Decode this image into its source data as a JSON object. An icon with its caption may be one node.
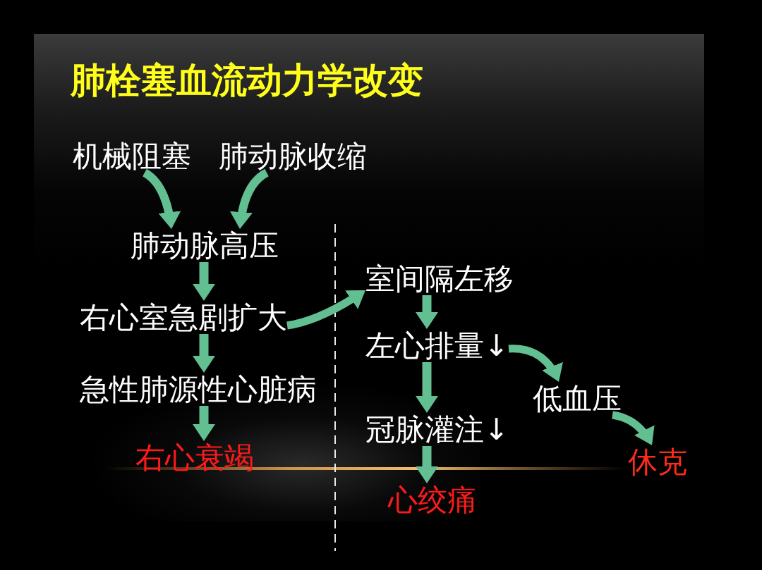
{
  "diagram": {
    "title": "肺栓塞血流动力学改变",
    "nodes": [
      {
        "text": [
          "机械阻塞"
        ]
      },
      {
        "text": [
          "肺动脉收缩"
        ]
      },
      {
        "text": [
          "肺动脉高压"
        ]
      },
      {
        "text": [
          "右心室急剧扩大"
        ]
      },
      {
        "text": [
          "急性肺源性心脏病"
        ]
      },
      {
        "text": [
          "右心衰竭"
        ]
      },
      {
        "text": [
          "室间隔左移"
        ]
      },
      {
        "text": [
          "左心排量↓"
        ]
      },
      {
        "text": [
          "冠脉灌注↓"
        ]
      },
      {
        "text": [
          "心绞痛"
        ]
      },
      {
        "text": [
          "低血压"
        ]
      },
      {
        "text": [
          "休克"
        ]
      }
    ],
    "edges": [
      {
        "from": 0,
        "to": 2,
        "arrow": "to"
      },
      {
        "from": 1,
        "to": 2,
        "arrow": "to"
      },
      {
        "from": 2,
        "to": 3,
        "arrow": "to"
      },
      {
        "from": 3,
        "to": 4,
        "arrow": "to"
      },
      {
        "from": 4,
        "to": 5,
        "arrow": "to"
      },
      {
        "from": 3,
        "to": 6,
        "arrow": "to"
      },
      {
        "from": 6,
        "to": 7,
        "arrow": "to"
      },
      {
        "from": 7,
        "to": 8,
        "arrow": "to"
      },
      {
        "from": 8,
        "to": 9,
        "arrow": "to"
      },
      {
        "from": 7,
        "to": 10,
        "arrow": "to"
      },
      {
        "from": 10,
        "to": 11,
        "arrow": "to"
      }
    ]
  }
}
